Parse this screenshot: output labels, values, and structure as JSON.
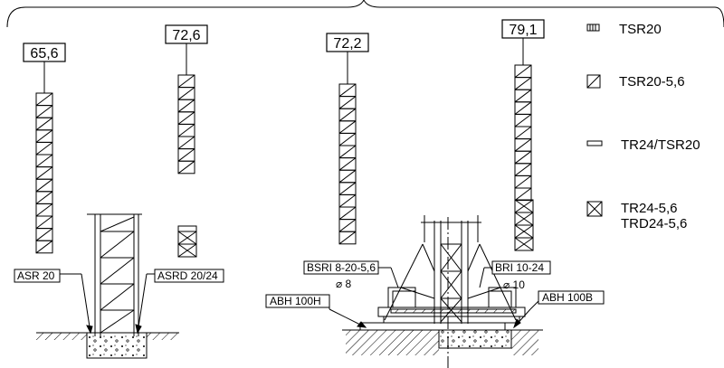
{
  "towers": [
    {
      "id": "tower-1",
      "height": "65,6",
      "base_label": "ASR 20"
    },
    {
      "id": "tower-2",
      "height": "72,6",
      "base_label": "ASRD 20/24"
    },
    {
      "id": "tower-3",
      "height": "72,2",
      "base_label": "BSRI 8-20-5,6",
      "diameter": "⌀ 8",
      "footing_label": "ABH 100H"
    },
    {
      "id": "tower-4",
      "height": "79,1",
      "base_label": "BRI 10-24",
      "diameter": "⌀ 10",
      "footing_label": "ABH 100B"
    }
  ],
  "legend": [
    {
      "label": "TSR20",
      "icon": "tsr20-section-icon"
    },
    {
      "label": "TSR20-5,6",
      "icon": "tsr20-5-6-section-icon"
    },
    {
      "label": "TR24/TSR20",
      "icon": "tr24-tsr20-adapter-icon"
    },
    {
      "label": "TR24-5,6\nTRD24-5,6",
      "icon": "tr24-5-6-section-icon"
    }
  ]
}
